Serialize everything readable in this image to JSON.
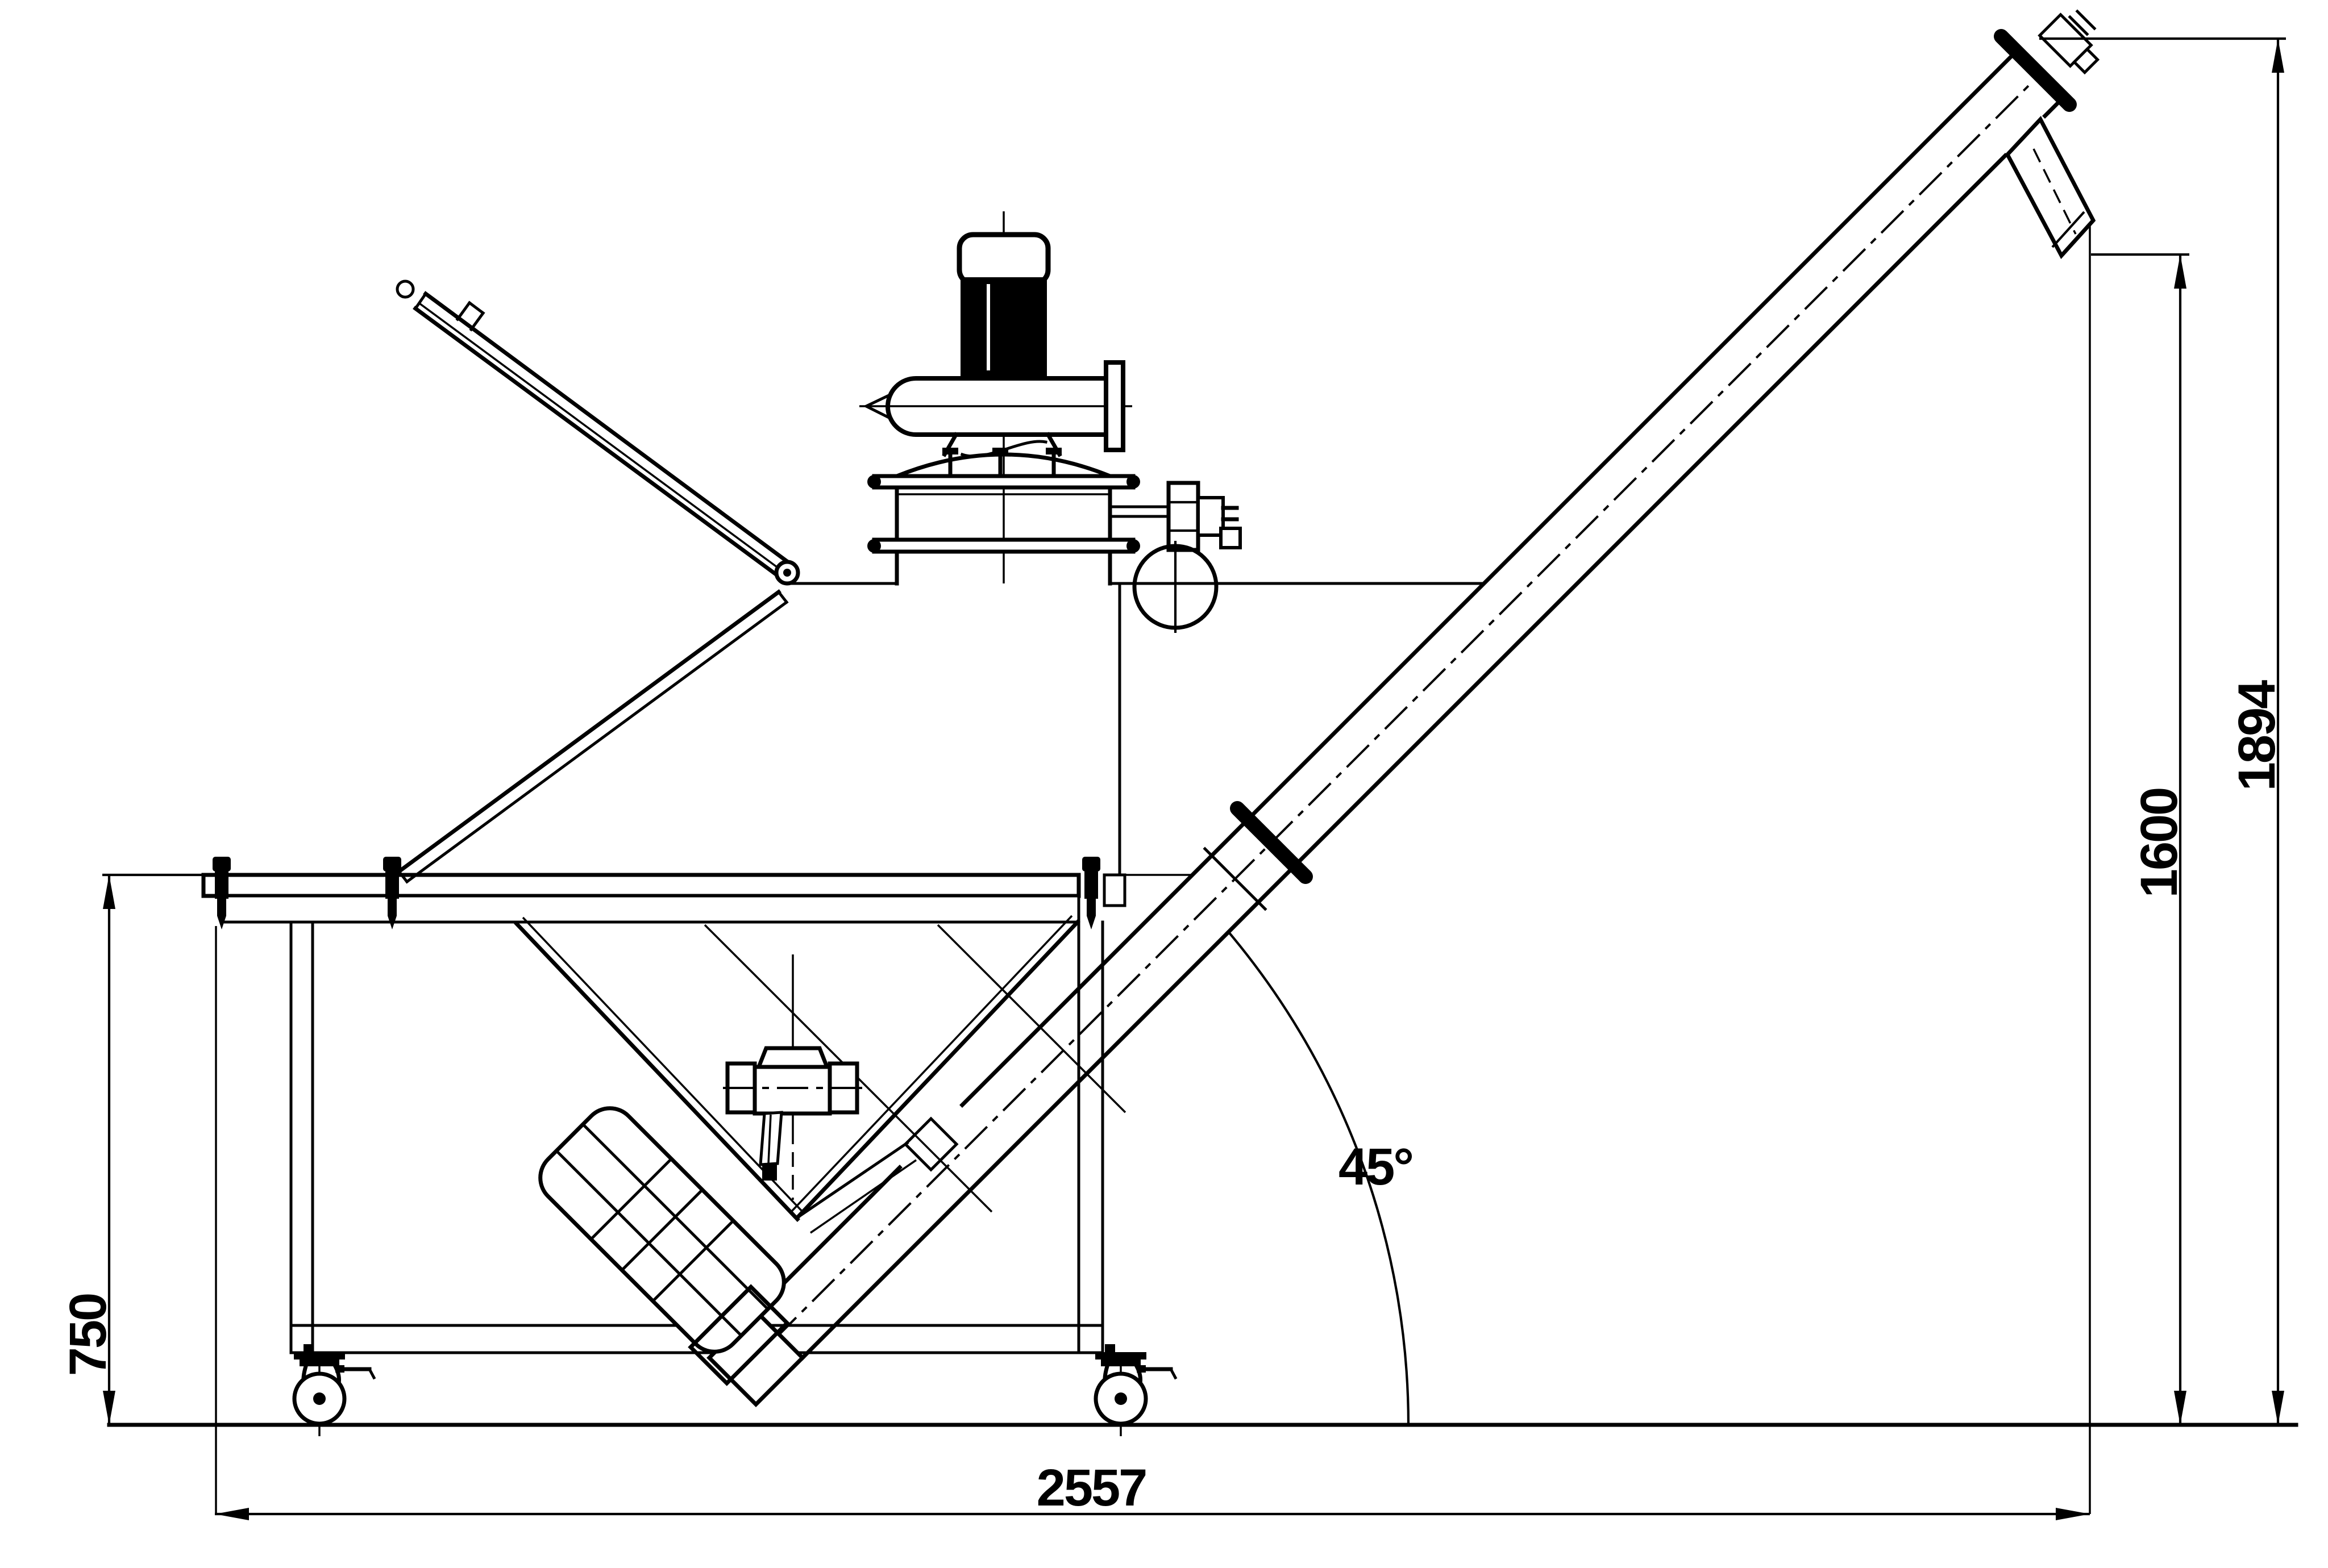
{
  "drawing": {
    "type": "technical-drawing",
    "view": "side-elevation",
    "subject": "inclined screw conveyor with vibrating sieve hopper on caster cart",
    "background_color": "#ffffff",
    "line_color": "#000000",
    "dimensions": {
      "base_width": "2557",
      "frame_height": "750",
      "discharge_height": "1600",
      "overall_height": "1894",
      "incline_angle": "45°"
    }
  }
}
